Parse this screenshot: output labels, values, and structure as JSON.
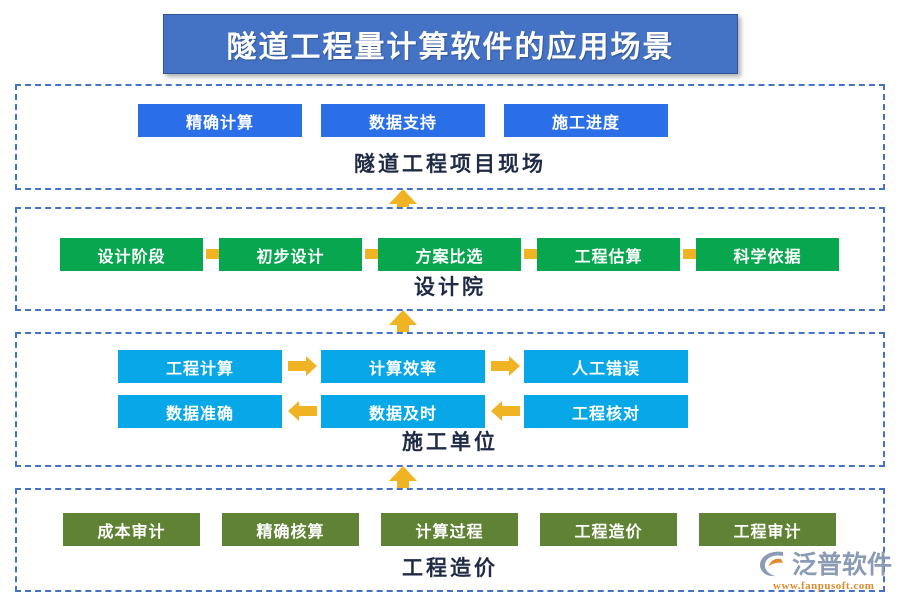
{
  "title": {
    "text": "隧道工程量计算软件的应用场景",
    "banner_color": "#4472C4",
    "text_color": "#ffffff"
  },
  "palette": {
    "panel_border": "#4472C4",
    "blue_node": "#2a6fe8",
    "green_node": "#08a64f",
    "cyan_node": "#08a8e8",
    "olive_node": "#5f8234",
    "arrow": "#F0B323",
    "label_text": "#1f2a44"
  },
  "sections": [
    {
      "id": "site",
      "label": "隧道工程项目现场",
      "node_color": "#2a6fe8",
      "nodes": [
        "精确计算",
        "数据支持",
        "施工进度"
      ]
    },
    {
      "id": "design",
      "label": "设计院",
      "node_color": "#08a64f",
      "nodes": [
        "设计阶段",
        "初步设计",
        "方案比选",
        "工程估算",
        "科学依据"
      ]
    },
    {
      "id": "construct",
      "label": "施工单位",
      "node_color": "#08a8e8",
      "row_top": [
        "工程计算",
        "计算效率",
        "人工错误"
      ],
      "row_bottom": [
        "数据准确",
        "数据及时",
        "工程核对"
      ]
    },
    {
      "id": "cost",
      "label": "工程造价",
      "node_color": "#5f8234",
      "nodes": [
        "成本审计",
        "精确核算",
        "计算过程",
        "工程造价",
        "工程审计"
      ]
    }
  ],
  "flow_arrows": {
    "design_row": [
      "right",
      "right",
      "right",
      "right"
    ],
    "construct_row_top": [
      "right",
      "right"
    ],
    "construct_row_bottom": [
      "left",
      "left"
    ],
    "between_sections": [
      "up",
      "up",
      "up"
    ]
  },
  "logo": {
    "name": "泛普软件",
    "url": "www.fanpusoft.com",
    "name_color": "#8a9bb5",
    "url_color": "#e08a2e"
  }
}
